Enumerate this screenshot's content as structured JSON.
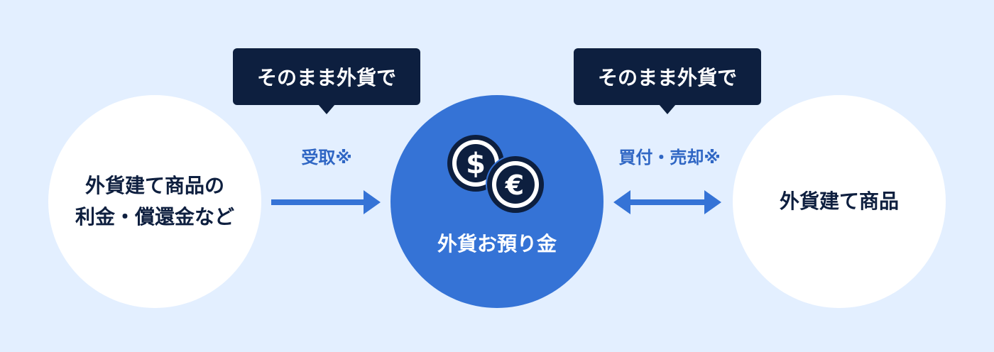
{
  "callouts": {
    "left": "そのまま外貨で",
    "right": "そのまま外貨で"
  },
  "edges": {
    "left_label": "受取※",
    "right_label": "買付・売却※"
  },
  "nodes": {
    "left": {
      "line1": "外貨建て商品の",
      "line2": "利金・償還金など"
    },
    "center": {
      "label": "外貨お預り金"
    },
    "right": {
      "label": "外貨建て商品"
    }
  },
  "icons": {
    "center": [
      "dollar-coin-icon",
      "euro-coin-icon"
    ]
  },
  "colors": {
    "background": "#e3efff",
    "accent": "#3573d6",
    "navy": "#0d1f3f",
    "edge_text": "#2f66c4"
  }
}
